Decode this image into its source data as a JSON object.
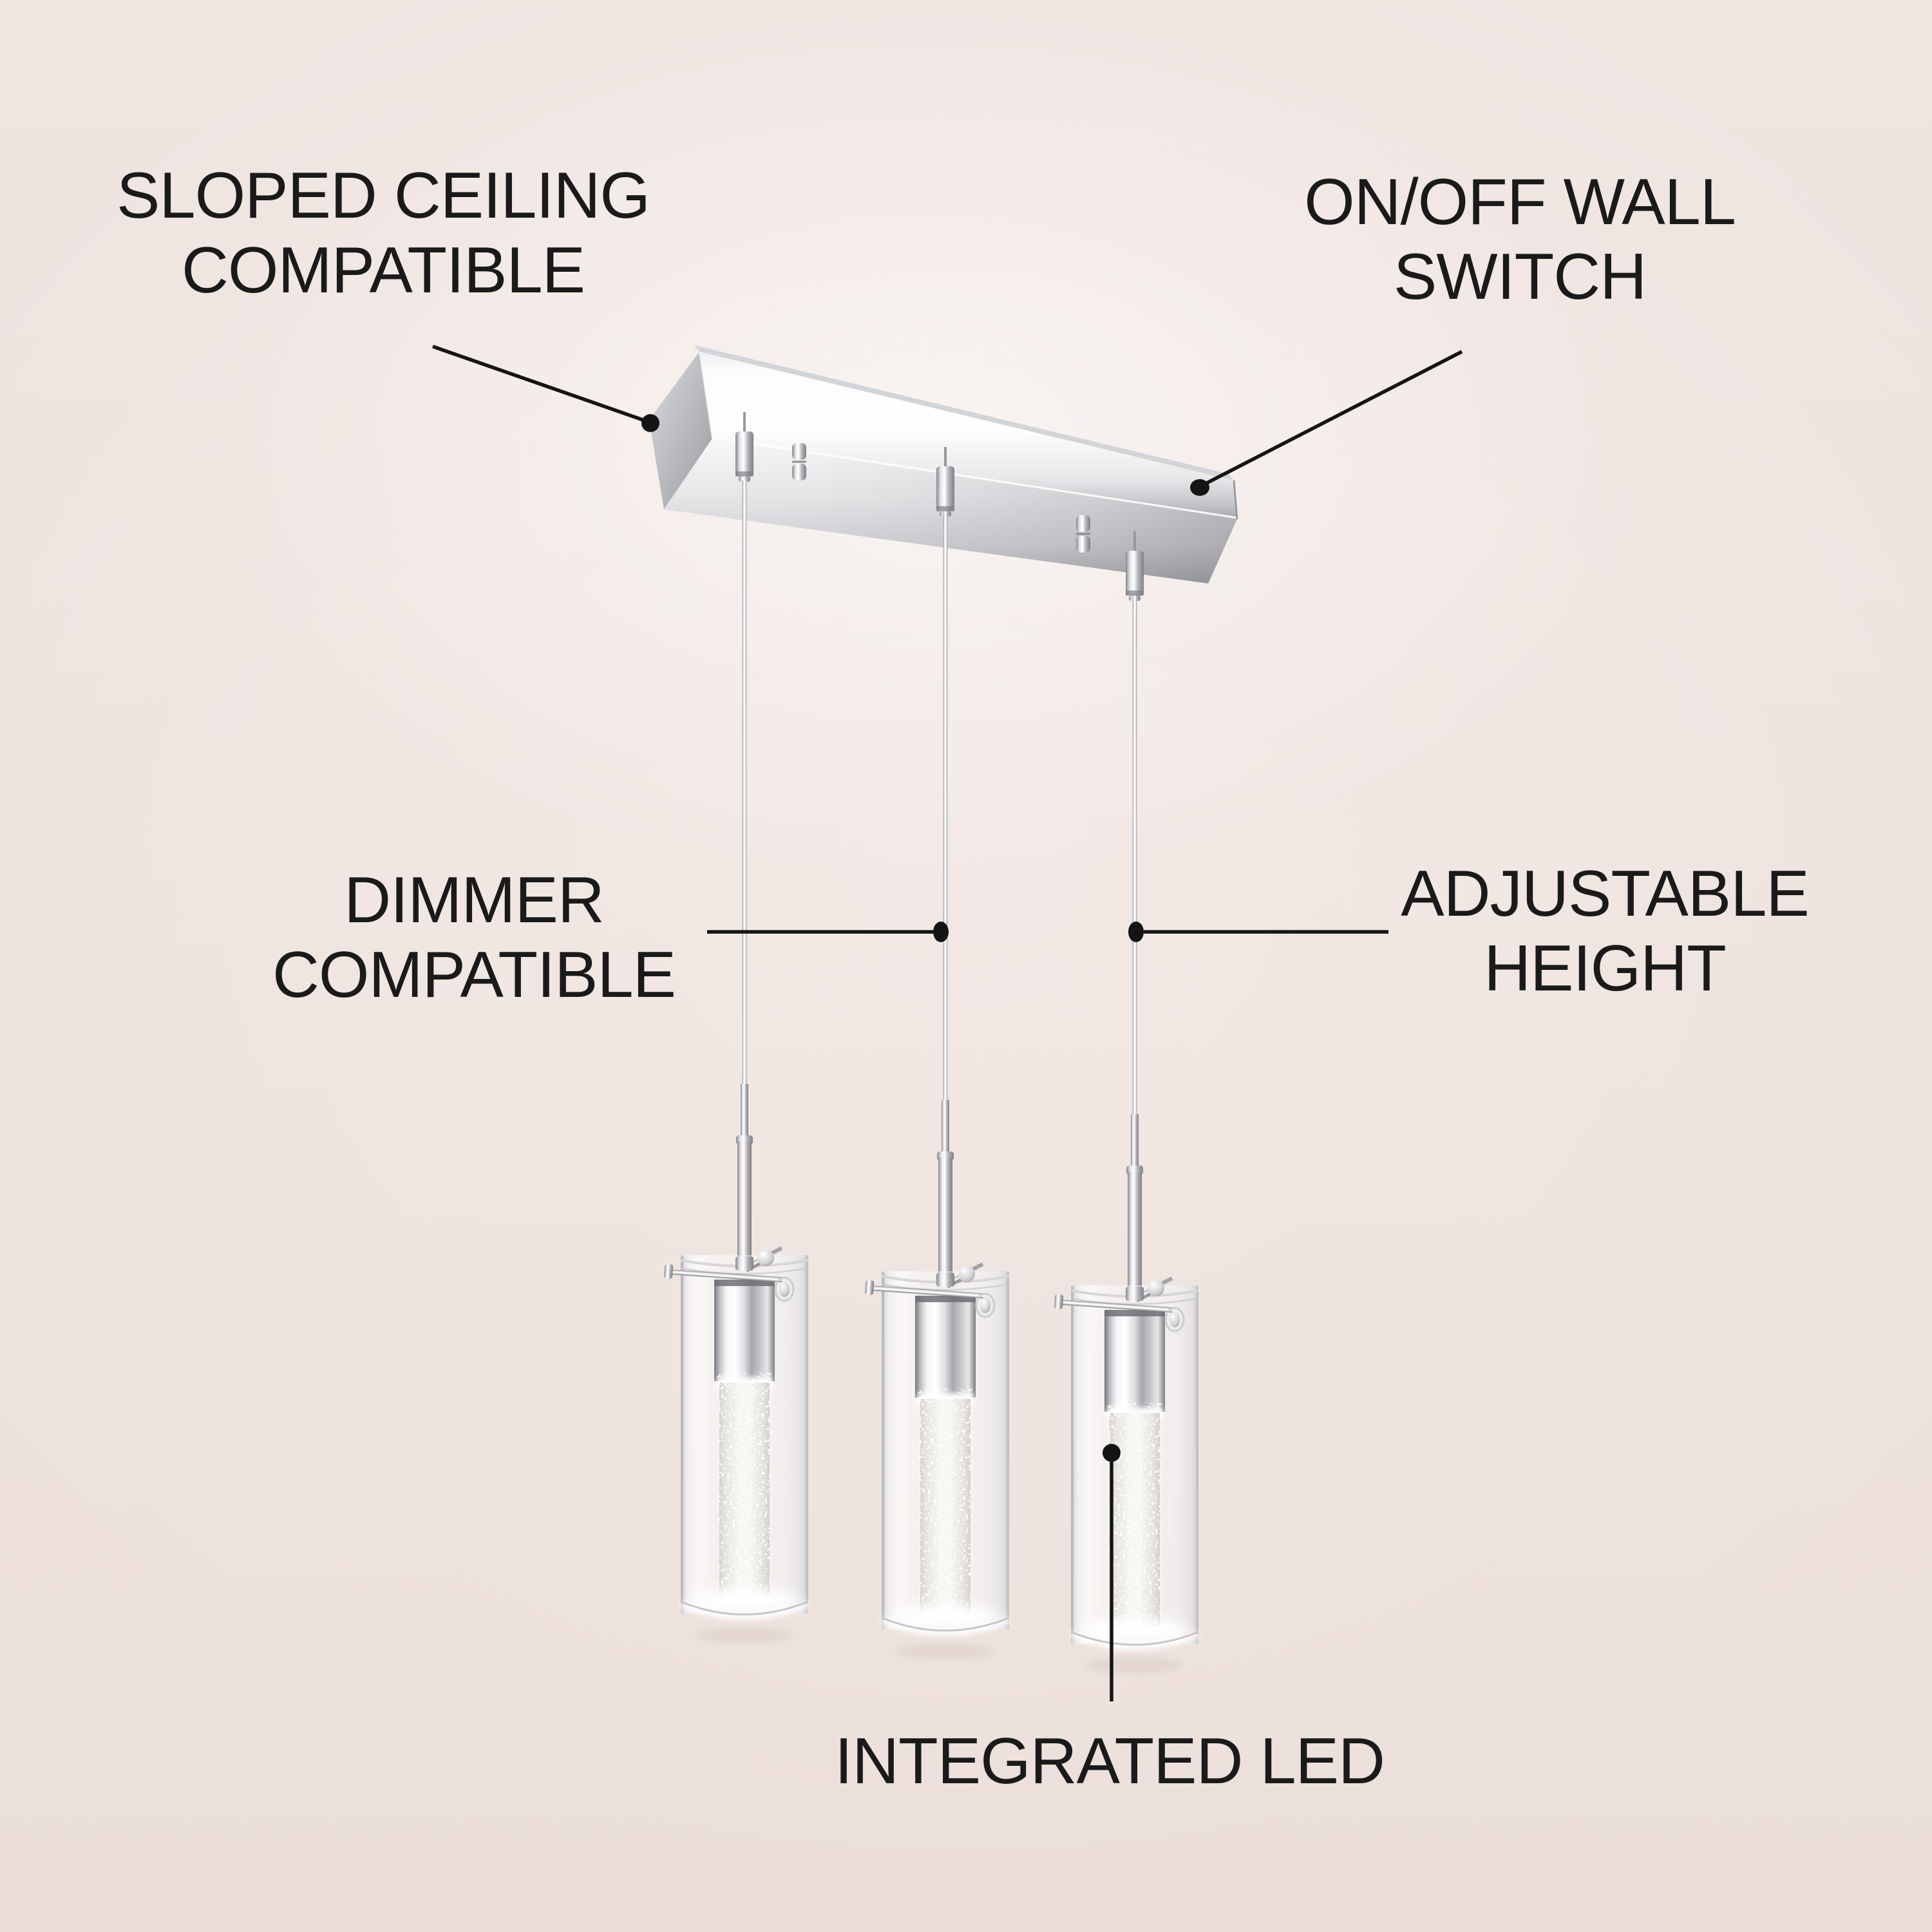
{
  "colors": {
    "background": "#eee3de",
    "text": "#1a1a1a",
    "leader_line": "#141414",
    "chrome_light": "#f5f5f7",
    "chrome_dark": "#85858a"
  },
  "callouts": {
    "sloped_ceiling": {
      "line1": "SLOPED CEILING",
      "line2": "COMPATIBLE"
    },
    "wall_switch": {
      "line1": "ON/OFF WALL",
      "line2": "SWITCH"
    },
    "dimmer": {
      "line1": "DIMMER",
      "line2": "COMPATIBLE"
    },
    "adjustable": {
      "line1": "ADJUSTABLE",
      "line2": "HEIGHT"
    },
    "led": {
      "label": "INTEGRATED LED"
    }
  }
}
